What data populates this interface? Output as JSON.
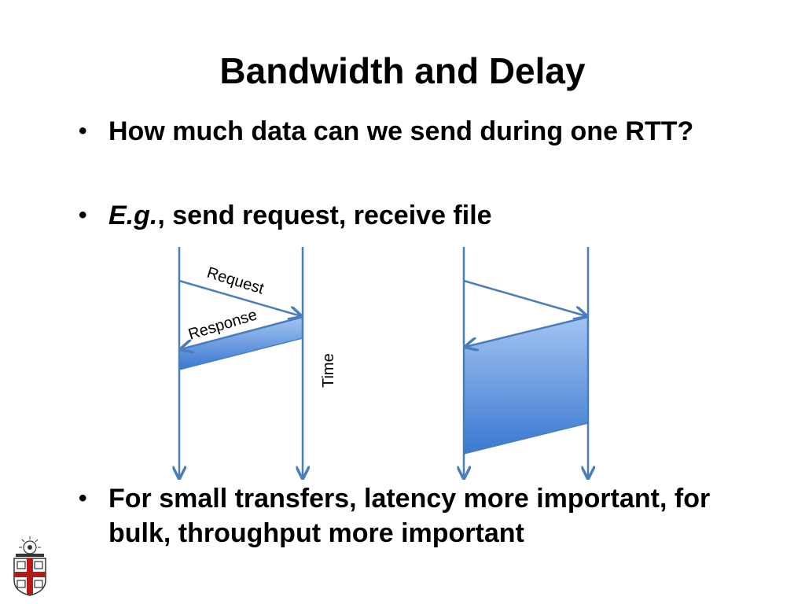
{
  "title": "Bandwidth and Delay",
  "bullets": [
    {
      "text": "How much data can we send during one RTT?"
    },
    {
      "emphasis": "E.g.",
      "text": ", send request, receive file"
    },
    {
      "text": "For small transfers, latency more important, for bulk, throughput more important"
    }
  ],
  "diagram": {
    "request_label": "Request",
    "response_label": "Response",
    "time_label": "Time"
  },
  "colors": {
    "line": "#4a7ebb",
    "fill_light": "#a3c4f3",
    "fill_dark": "#3a78d0"
  },
  "logo": {
    "icon": "university-crest-icon"
  }
}
